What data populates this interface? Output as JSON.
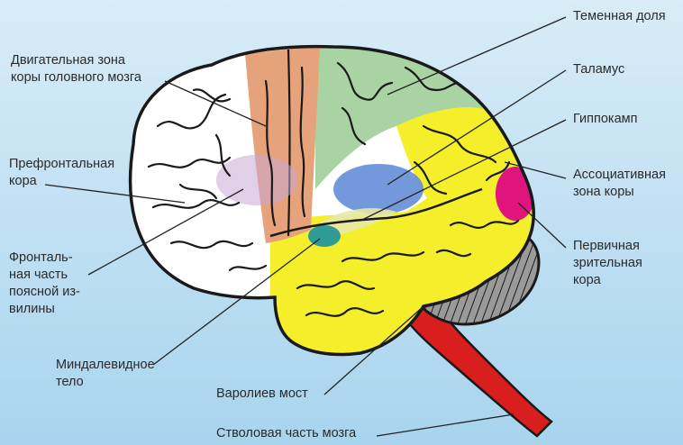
{
  "colors": {
    "background_top": "#d9ecf7",
    "background_bottom": "#a8d4ee",
    "frontal_lobe": "#ffffff",
    "motor_cortex": "#e6a27a",
    "parietal_lobe": "#a9d3a3",
    "temporal_lobe": "#f4ef2a",
    "association_cortex": "#f4ef2a",
    "visual_cortex": "#e0147d",
    "thalamus": "#5b86d6",
    "hippocampus": "#e8e8a8",
    "amygdala": "#2e9c94",
    "cingulate": "#c7a7d3",
    "cerebellum": "#8c8c8c",
    "brainstem": "#d91e1e",
    "outline": "#1a1a1a",
    "leader_line": "#222222",
    "label_text": "#2a2a2a"
  },
  "labels": {
    "parietal": "Теменная доля",
    "thalamus": "Таламус",
    "hippocampus": "Гиппокамп",
    "association_line1": "Ассоциативная",
    "association_line2": "зона коры",
    "visual_line1": "Первичная",
    "visual_line2": "зрительная",
    "visual_line3": "кора",
    "motor_line1": "Двигательная зона",
    "motor_line2": "коры головного мозга",
    "prefrontal_line1": "Префронтальная",
    "prefrontal_line2": "кора",
    "cingulate_line1": "Фронталь-",
    "cingulate_line2": "ная часть",
    "cingulate_line3": "поясной из-",
    "cingulate_line4": "вилины",
    "amygdala_line1": "Миндалевидное",
    "amygdala_line2": "тело",
    "pons": "Варолиев мост",
    "brainstem": "Стволовая часть мозга"
  }
}
